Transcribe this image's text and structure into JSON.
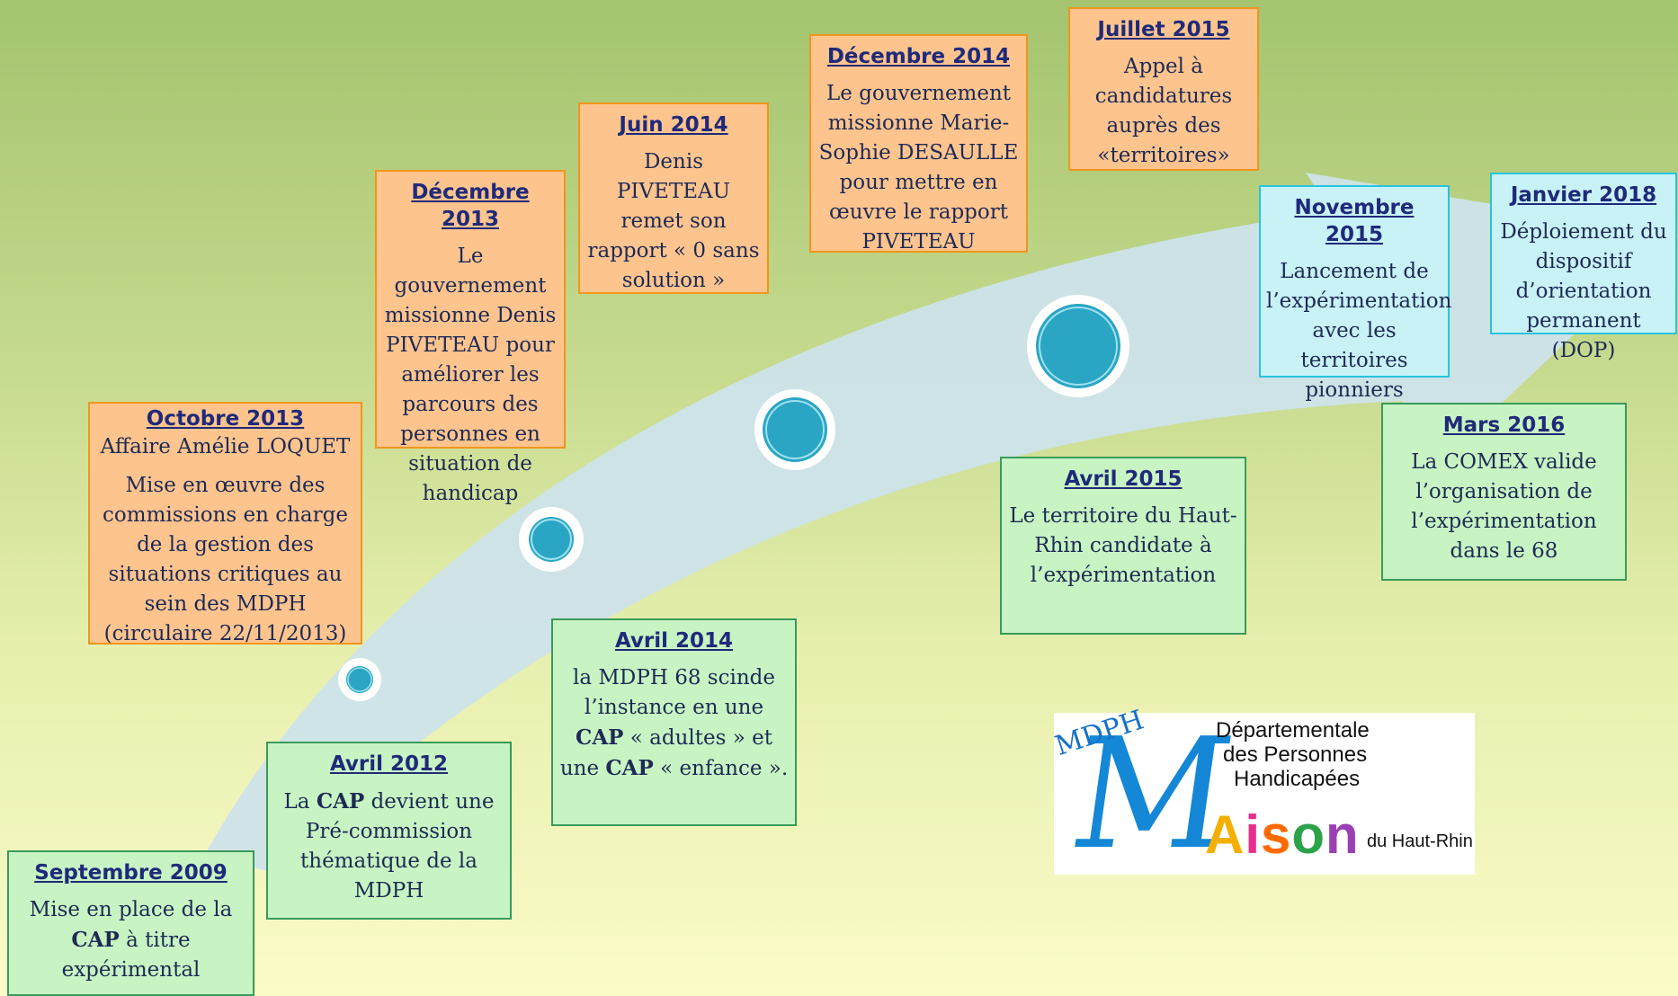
{
  "colors": {
    "orange_fill": "#fdc48e",
    "orange_border": "#f0961d",
    "green_fill": "#c7f4c2",
    "green_border": "#3a9a5a",
    "cyan_fill": "#c8f2f6",
    "cyan_border": "#27c4dd",
    "arrow": "#cde3ea",
    "node": "#2aa6c4"
  },
  "events": {
    "sep2009": {
      "date": "Septembre 2009",
      "text_pre": "Mise en place de la ",
      "bold": "CAP",
      "text_post": " à titre expérimental"
    },
    "avr2012": {
      "date": "Avril 2012",
      "text_pre": "La ",
      "bold": "CAP",
      "text_post": " devient une Pré-commission thématique de la MDPH"
    },
    "oct2013": {
      "date": "Octobre 2013",
      "subtitle": "Affaire Amélie LOQUET",
      "text": "Mise en œuvre des commissions en charge de la gestion des situations critiques au sein des MDPH (circulaire 22/11/2013)"
    },
    "dec2013": {
      "date": "Décembre 2013",
      "text": "Le gouvernement missionne Denis PIVETEAU pour améliorer les parcours des personnes en situation de handicap"
    },
    "avr2014": {
      "date": "Avril 2014",
      "text_pre": "la MDPH 68 scinde l’instance en une ",
      "bold1": "CAP",
      "text_mid": " « adultes » et une ",
      "bold2": "CAP",
      "text_post": " « enfance »."
    },
    "jun2014": {
      "date": "Juin 2014",
      "text": "Denis PIVETEAU remet son rapport « 0 sans solution »"
    },
    "dec2014": {
      "date": "Décembre 2014",
      "text": "Le gouvernement missionne Marie-Sophie DESAULLE pour mettre en œuvre le rapport PIVETEAU"
    },
    "avr2015": {
      "date": "Avril 2015",
      "text": "Le territoire du Haut-Rhin candidate à l’expérimentation"
    },
    "jul2015": {
      "date": "Juillet 2015",
      "text": "Appel à candidatures auprès des «territoires»"
    },
    "nov2015": {
      "date": "Novembre 2015",
      "text": "Lancement de l’expérimentation avec les territoires pionniers"
    },
    "mar2016": {
      "date": "Mars 2016",
      "text": "La COMEX valide l’organisation de l’expérimentation dans le 68"
    },
    "jan2018": {
      "date": "Janvier 2018",
      "text": "Déploiement du dispositif d’orientation permanent (DOP)"
    }
  },
  "logo": {
    "abbr": "MDPH",
    "letter": "M",
    "line1": "Départementale",
    "line2": "des Personnes",
    "line3": "Handicapées",
    "word_letters": [
      "A",
      "i",
      "s",
      "o",
      "n"
    ],
    "location": "du Haut-Rhin"
  }
}
